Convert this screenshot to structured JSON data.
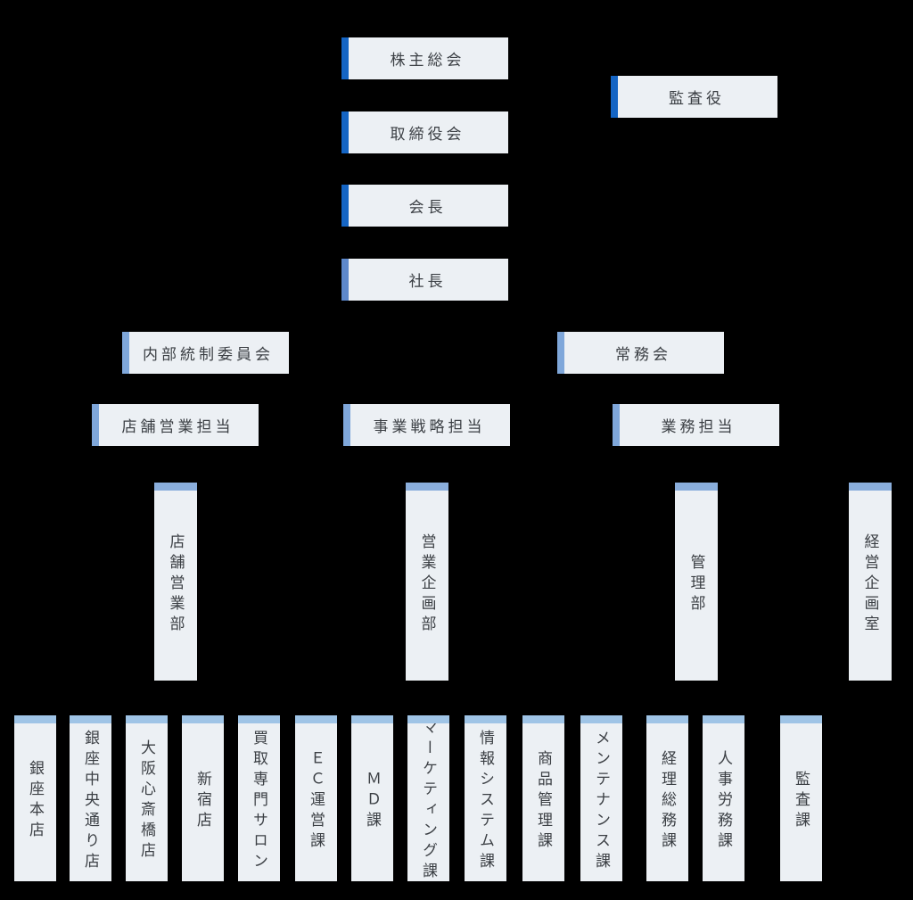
{
  "colors": {
    "background": "#000000",
    "box_fill": "#ecf0f4",
    "text": "#3b3f44",
    "accent_level1": "#1565c4",
    "accent_level2": "#5d88cb",
    "accent_level3": "#7fa7da",
    "accent_level4": "#8aaedc",
    "accent_level5": "#9fc4e6"
  },
  "governance": {
    "shareholders_meeting": "株主総会",
    "auditor": "監査役",
    "board_of_directors": "取締役会",
    "chairman": "会長",
    "president": "社長"
  },
  "committees": {
    "internal_control": "内部統制委員会",
    "executive_board": "常務会"
  },
  "divisions": {
    "store_sales": "店舗営業担当",
    "business_strategy": "事業戦略担当",
    "operations": "業務担当"
  },
  "departments": [
    {
      "label": "店舗営業部"
    },
    {
      "label": "営業企画部"
    },
    {
      "label": "管理部"
    },
    {
      "label": "経営企画室"
    }
  ],
  "sections": [
    {
      "label": "銀座本店"
    },
    {
      "label": "銀座中央通り店"
    },
    {
      "label": "大阪心斎橋店"
    },
    {
      "label": "新宿店"
    },
    {
      "label": "買取専門サロン"
    },
    {
      "label": "ＥＣ運営課"
    },
    {
      "label": "ＭＤ課"
    },
    {
      "label": "マーケティング課"
    },
    {
      "label": "情報システム課"
    },
    {
      "label": "商品管理課"
    },
    {
      "label": "メンテナンス課"
    },
    {
      "label": "経理総務課"
    },
    {
      "label": "人事労務課"
    },
    {
      "label": "監査課"
    }
  ]
}
